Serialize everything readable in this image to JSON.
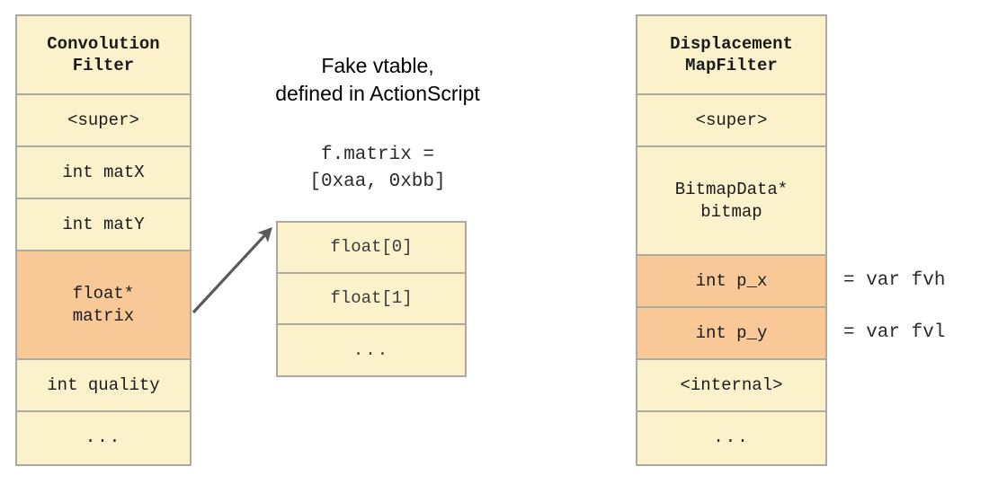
{
  "diagram": {
    "title": "Fake vtable exploit memory layout",
    "colors": {
      "cell_fill": "#FBF2CC",
      "highlight_fill": "#F8C996",
      "border": "#ABA9A0",
      "arrow": "#5A5A5A",
      "text": "#1a1a1a"
    }
  },
  "left_struct": {
    "name": "convolution-filter",
    "header": "Convolution\nFilter",
    "rows": [
      {
        "label": "<super>",
        "highlight": false
      },
      {
        "label": "int matX",
        "highlight": false
      },
      {
        "label": "int matY",
        "highlight": false
      },
      {
        "label": "float*\nmatrix",
        "highlight": true
      },
      {
        "label": "int quality",
        "highlight": false
      },
      {
        "label": "...",
        "highlight": false
      }
    ]
  },
  "middle": {
    "caption": "Fake vtable,\ndefined in ActionScript",
    "code": "f.matrix =\n[0xaa, 0xbb]",
    "array_rows": [
      {
        "label": "float[0]"
      },
      {
        "label": "float[1]"
      },
      {
        "label": "..."
      }
    ]
  },
  "right_struct": {
    "name": "displacement-map-filter",
    "header": "Displacement\nMapFilter",
    "rows": [
      {
        "label": "<super>",
        "highlight": false,
        "annotation": ""
      },
      {
        "label": "BitmapData*\nbitmap",
        "highlight": false,
        "annotation": ""
      },
      {
        "label": "int p_x",
        "highlight": true,
        "annotation": "= var fvh"
      },
      {
        "label": "int p_y",
        "highlight": true,
        "annotation": "= var fvl"
      },
      {
        "label": "<internal>",
        "highlight": false,
        "annotation": ""
      },
      {
        "label": "...",
        "highlight": false,
        "annotation": ""
      }
    ]
  },
  "annotations": {
    "fvh": "= var fvh",
    "fvl": "= var fvl"
  },
  "arrow": {
    "name": "matrix-points-to-array",
    "from": "float* matrix cell",
    "to": "float[0] cell"
  }
}
